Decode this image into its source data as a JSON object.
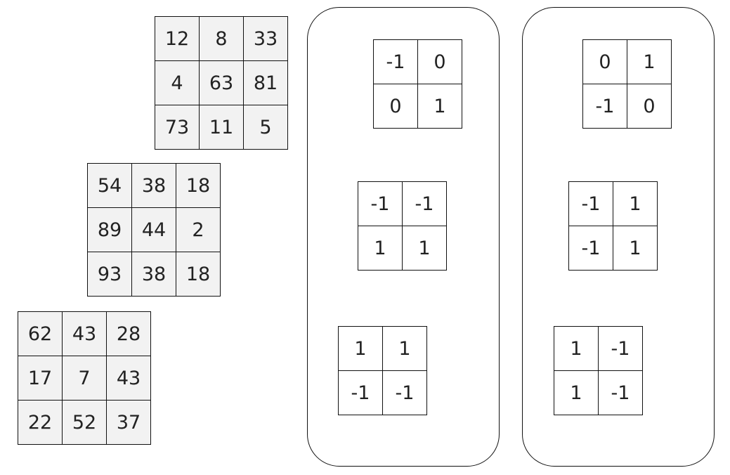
{
  "input_matrices": [
    [
      [
        "12",
        "8",
        "33"
      ],
      [
        "4",
        "63",
        "81"
      ],
      [
        "73",
        "11",
        "5"
      ]
    ],
    [
      [
        "54",
        "38",
        "18"
      ],
      [
        "89",
        "44",
        "2"
      ],
      [
        "93",
        "38",
        "18"
      ]
    ],
    [
      [
        "62",
        "43",
        "28"
      ],
      [
        "17",
        "7",
        "43"
      ],
      [
        "22",
        "52",
        "37"
      ]
    ]
  ],
  "filter_groups": [
    {
      "kernels": [
        [
          [
            "-1",
            "0"
          ],
          [
            "0",
            "1"
          ]
        ],
        [
          [
            "-1",
            "-1"
          ],
          [
            "1",
            "1"
          ]
        ],
        [
          [
            "1",
            "1"
          ],
          [
            "-1",
            "-1"
          ]
        ]
      ]
    },
    {
      "kernels": [
        [
          [
            "0",
            "1"
          ],
          [
            "-1",
            "0"
          ]
        ],
        [
          [
            "-1",
            "1"
          ],
          [
            "-1",
            "1"
          ]
        ],
        [
          [
            "1",
            "-1"
          ],
          [
            "1",
            "-1"
          ]
        ]
      ]
    }
  ]
}
